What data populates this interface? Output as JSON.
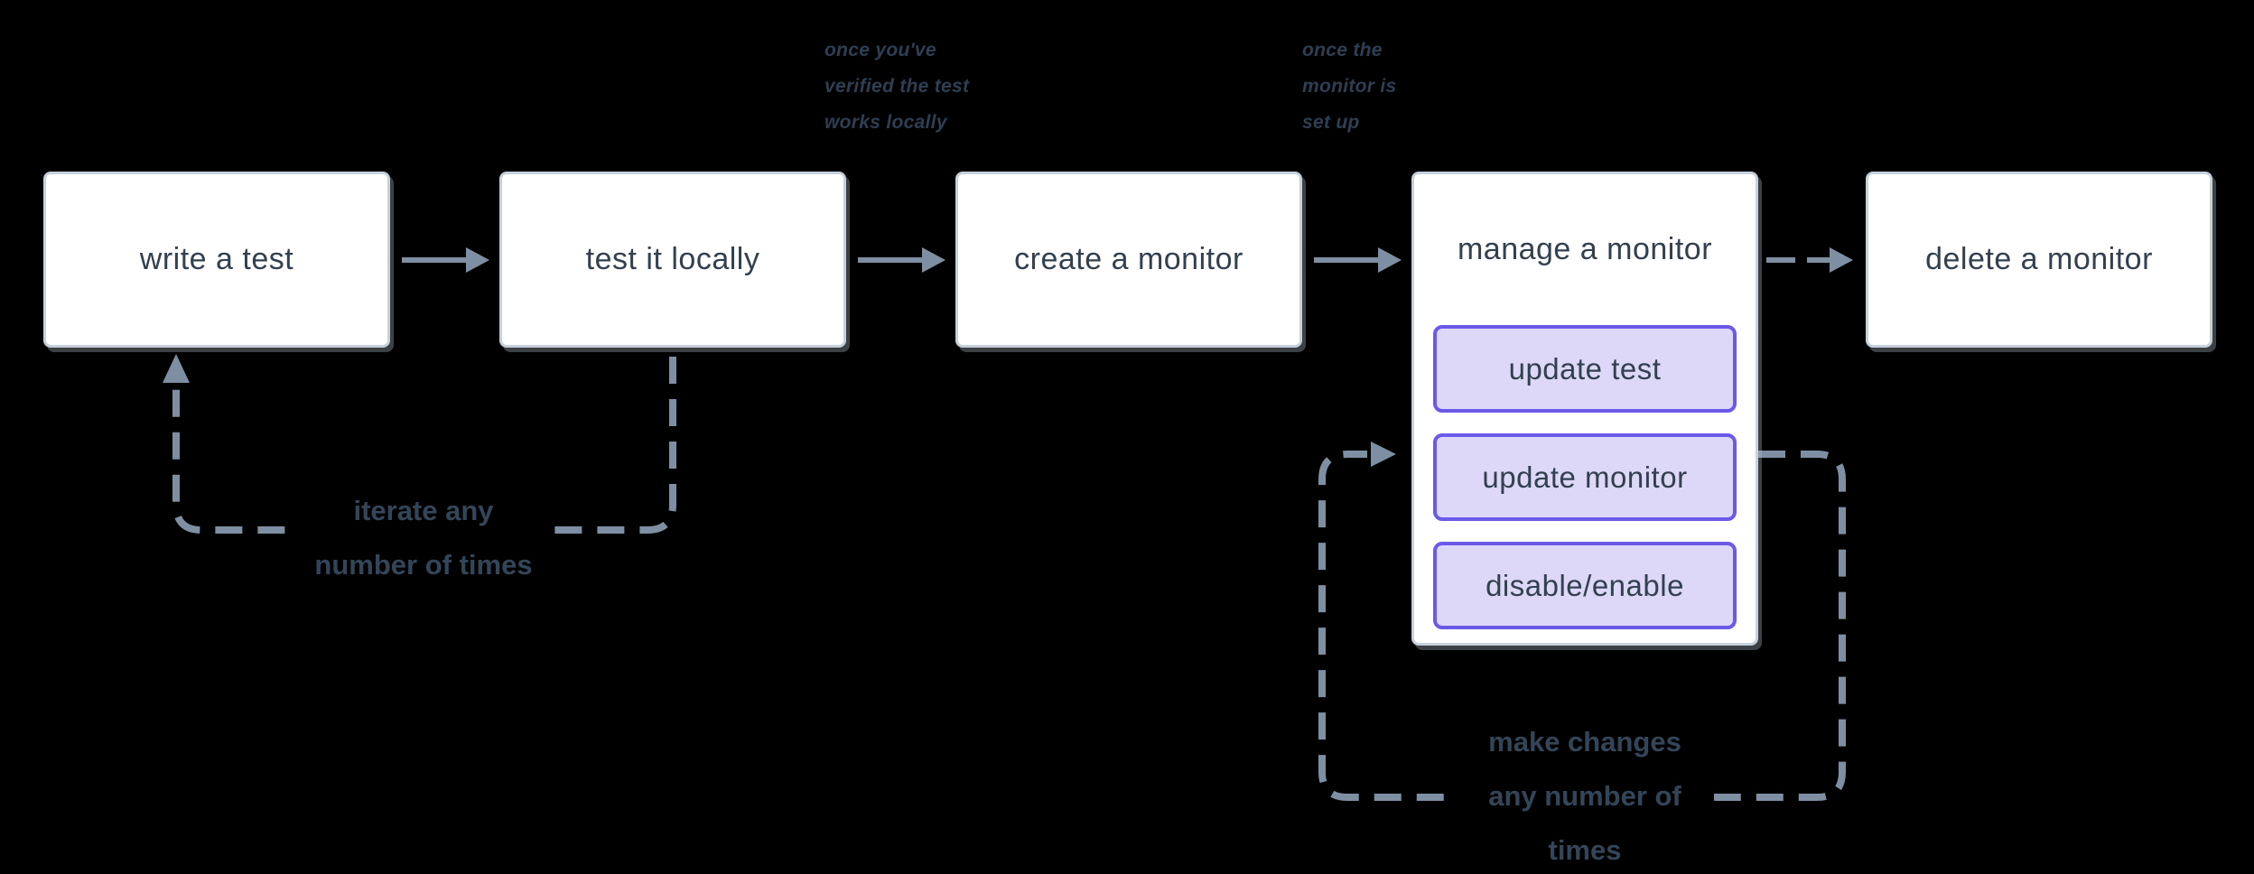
{
  "colors": {
    "background": "#000000",
    "box_fill": "#FFFFFF",
    "box_border": "#C7D1DC",
    "box_text": "#32404F",
    "arrow": "#7E8FA3",
    "annotation_text": "#2E3F53",
    "loop_label_text": "#334659",
    "subaction_fill": "#DDD7F8",
    "subaction_border": "#6B5AE8"
  },
  "flow": {
    "boxes": [
      {
        "id": "write-test",
        "label": "write a test"
      },
      {
        "id": "test-locally",
        "label": "test it locally"
      },
      {
        "id": "create-monitor",
        "label": "create a monitor"
      },
      {
        "id": "manage-monitor",
        "label": "manage a monitor",
        "children": [
          {
            "label": "update test"
          },
          {
            "label": "update monitor"
          },
          {
            "label": "disable/enable"
          }
        ]
      },
      {
        "id": "delete-monitor",
        "label": "delete a monitor"
      }
    ],
    "annotations": [
      {
        "id": "once-verified",
        "lines": [
          "once you've",
          "verified the test",
          "works locally"
        ]
      },
      {
        "id": "once-setup",
        "lines": [
          "once the",
          "monitor is",
          "set up"
        ]
      }
    ],
    "loop_labels": [
      {
        "id": "iterate",
        "lines": [
          "iterate any",
          "number of times"
        ]
      },
      {
        "id": "make-changes",
        "lines": [
          "make changes",
          "any number of",
          "times"
        ]
      }
    ]
  }
}
